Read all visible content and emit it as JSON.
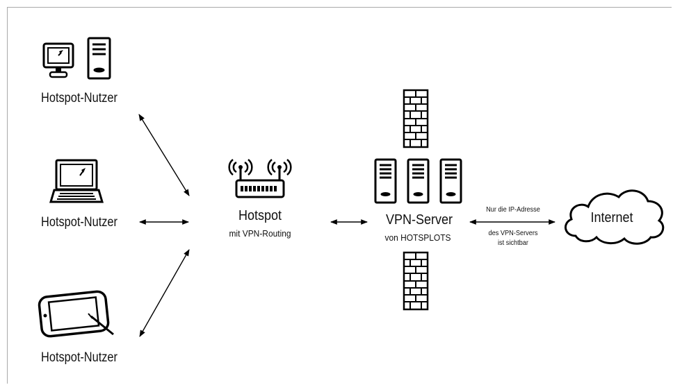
{
  "diagram": {
    "users": [
      {
        "label": "Hotspot-Nutzer",
        "device": "desktop-computer-icon"
      },
      {
        "label": "Hotspot-Nutzer",
        "device": "laptop-icon"
      },
      {
        "label": "Hotspot-Nutzer",
        "device": "tablet-icon"
      }
    ],
    "hotspot": {
      "title": "Hotspot",
      "subtitle": "mit VPN-Routing",
      "icon": "router-icon"
    },
    "vpn": {
      "title": "VPN-Server",
      "subtitle": "von HOTSPLOTS",
      "icon": "server-rack-icon"
    },
    "firewall": {
      "icon": "firewall-brick-wall-icon"
    },
    "link_note": {
      "line1": "Nur die IP-Adresse",
      "line2": "des VPN-Servers",
      "line3": "ist sichtbar"
    },
    "internet": {
      "label": "Internet",
      "icon": "cloud-icon"
    },
    "colors": {
      "line": "#000000",
      "frame": "#a9a9a9",
      "background": "#ffffff"
    }
  }
}
